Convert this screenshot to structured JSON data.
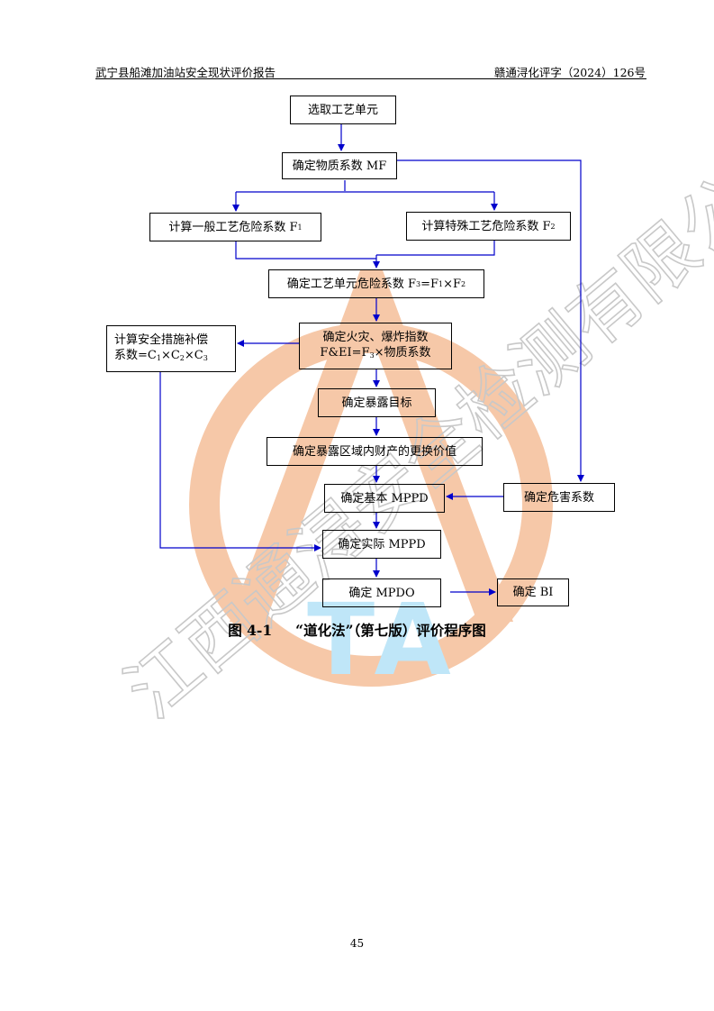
{
  "header": {
    "left": "武宁县船滩加油站安全现状评价报告",
    "right": "赣通浔化评字（2024）126号"
  },
  "flowchart": {
    "nodes": {
      "select_unit": "选取工艺单元",
      "material_factor": "确定物质系数 MF",
      "general_hazard": {
        "text": "计算一般工艺危险系数 F",
        "sub": "1"
      },
      "special_hazard": {
        "text": "计算特殊工艺危险系数 F",
        "sub": "2"
      },
      "unit_hazard": {
        "prefix": "确定工艺单元危险系数 F",
        "sub3": "3",
        "mid": "=F",
        "sub1": "1",
        "times": "×F",
        "sub2": "2"
      },
      "fire_index": {
        "line1": "确定火灾、爆炸指数",
        "prefix": "F&EI=F",
        "sub": "3",
        "suffix": "×物质系数"
      },
      "safety_credit": {
        "line1": "计算安全措施补偿",
        "prefix": "系数=C",
        "sub1": "1",
        "x1": "×C",
        "sub2": "2",
        "x2": "×C",
        "sub3": "3"
      },
      "exposure_target": "确定暴露目标",
      "exposure_value": "确定暴露区域内财产的更换价值",
      "damage_factor": "确定危害系数",
      "base_mppd": "确定基本 MPPD",
      "actual_mppd": "确定实际 MPPD",
      "mpdo": "确定 MPDO",
      "bi": "确定 BI"
    }
  },
  "caption": {
    "number": "图 4-1",
    "title": "“道化法”（第七版）评价程序图"
  },
  "watermark": {
    "text": "江西通浔安全检测有限公司",
    "logo_letters": "TA",
    "ring_color": "#f6c8a8",
    "letter_color": "#bfe6f8",
    "text_color": "#c8c8c8"
  },
  "colors": {
    "arrow": "#0000cc",
    "border": "#000000"
  },
  "page_number": "45"
}
